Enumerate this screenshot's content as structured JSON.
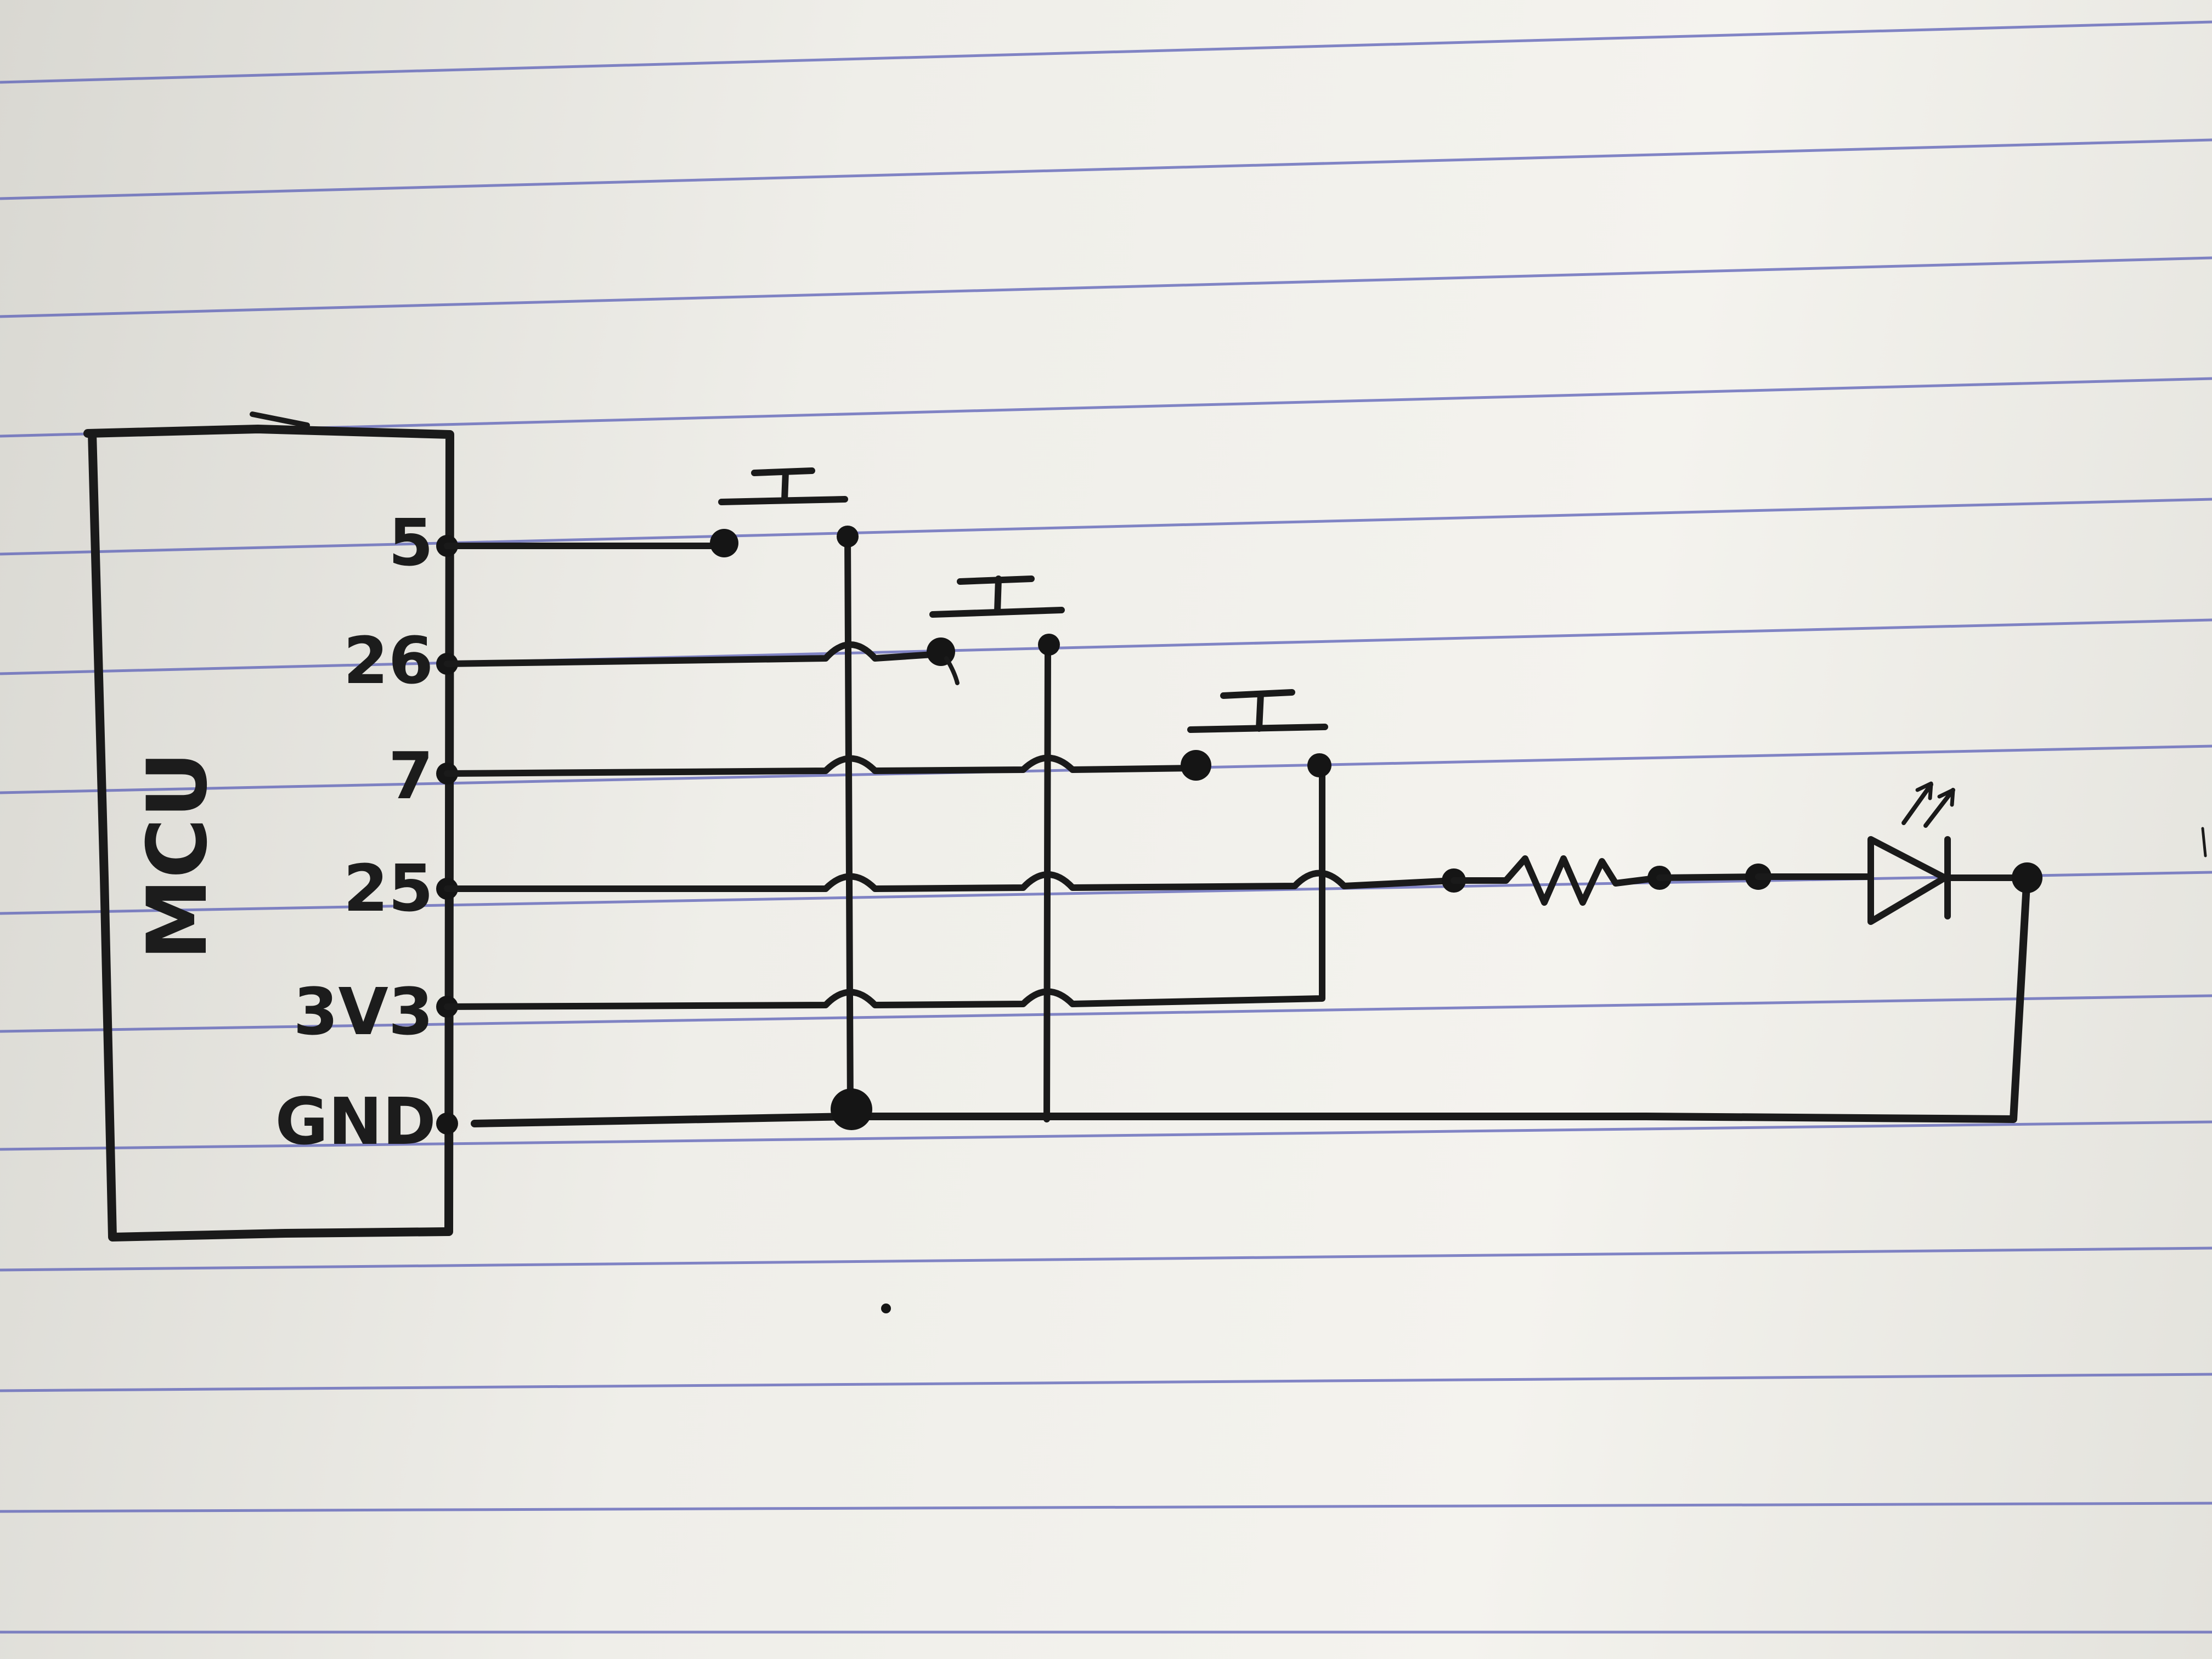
{
  "mcu": {
    "label": "MCU",
    "pins": [
      "5",
      "26",
      "7",
      "25",
      "3V3",
      "GND"
    ]
  },
  "components": {
    "buttons": [
      "button-gpio5",
      "button-gpio26",
      "button-gpio7"
    ],
    "resistor": "resistor-icon",
    "led": "led-icon"
  },
  "colors": {
    "ink": "#1a1a1a",
    "paper": "#f1f0eb",
    "rule_line": "#5b60b8"
  }
}
